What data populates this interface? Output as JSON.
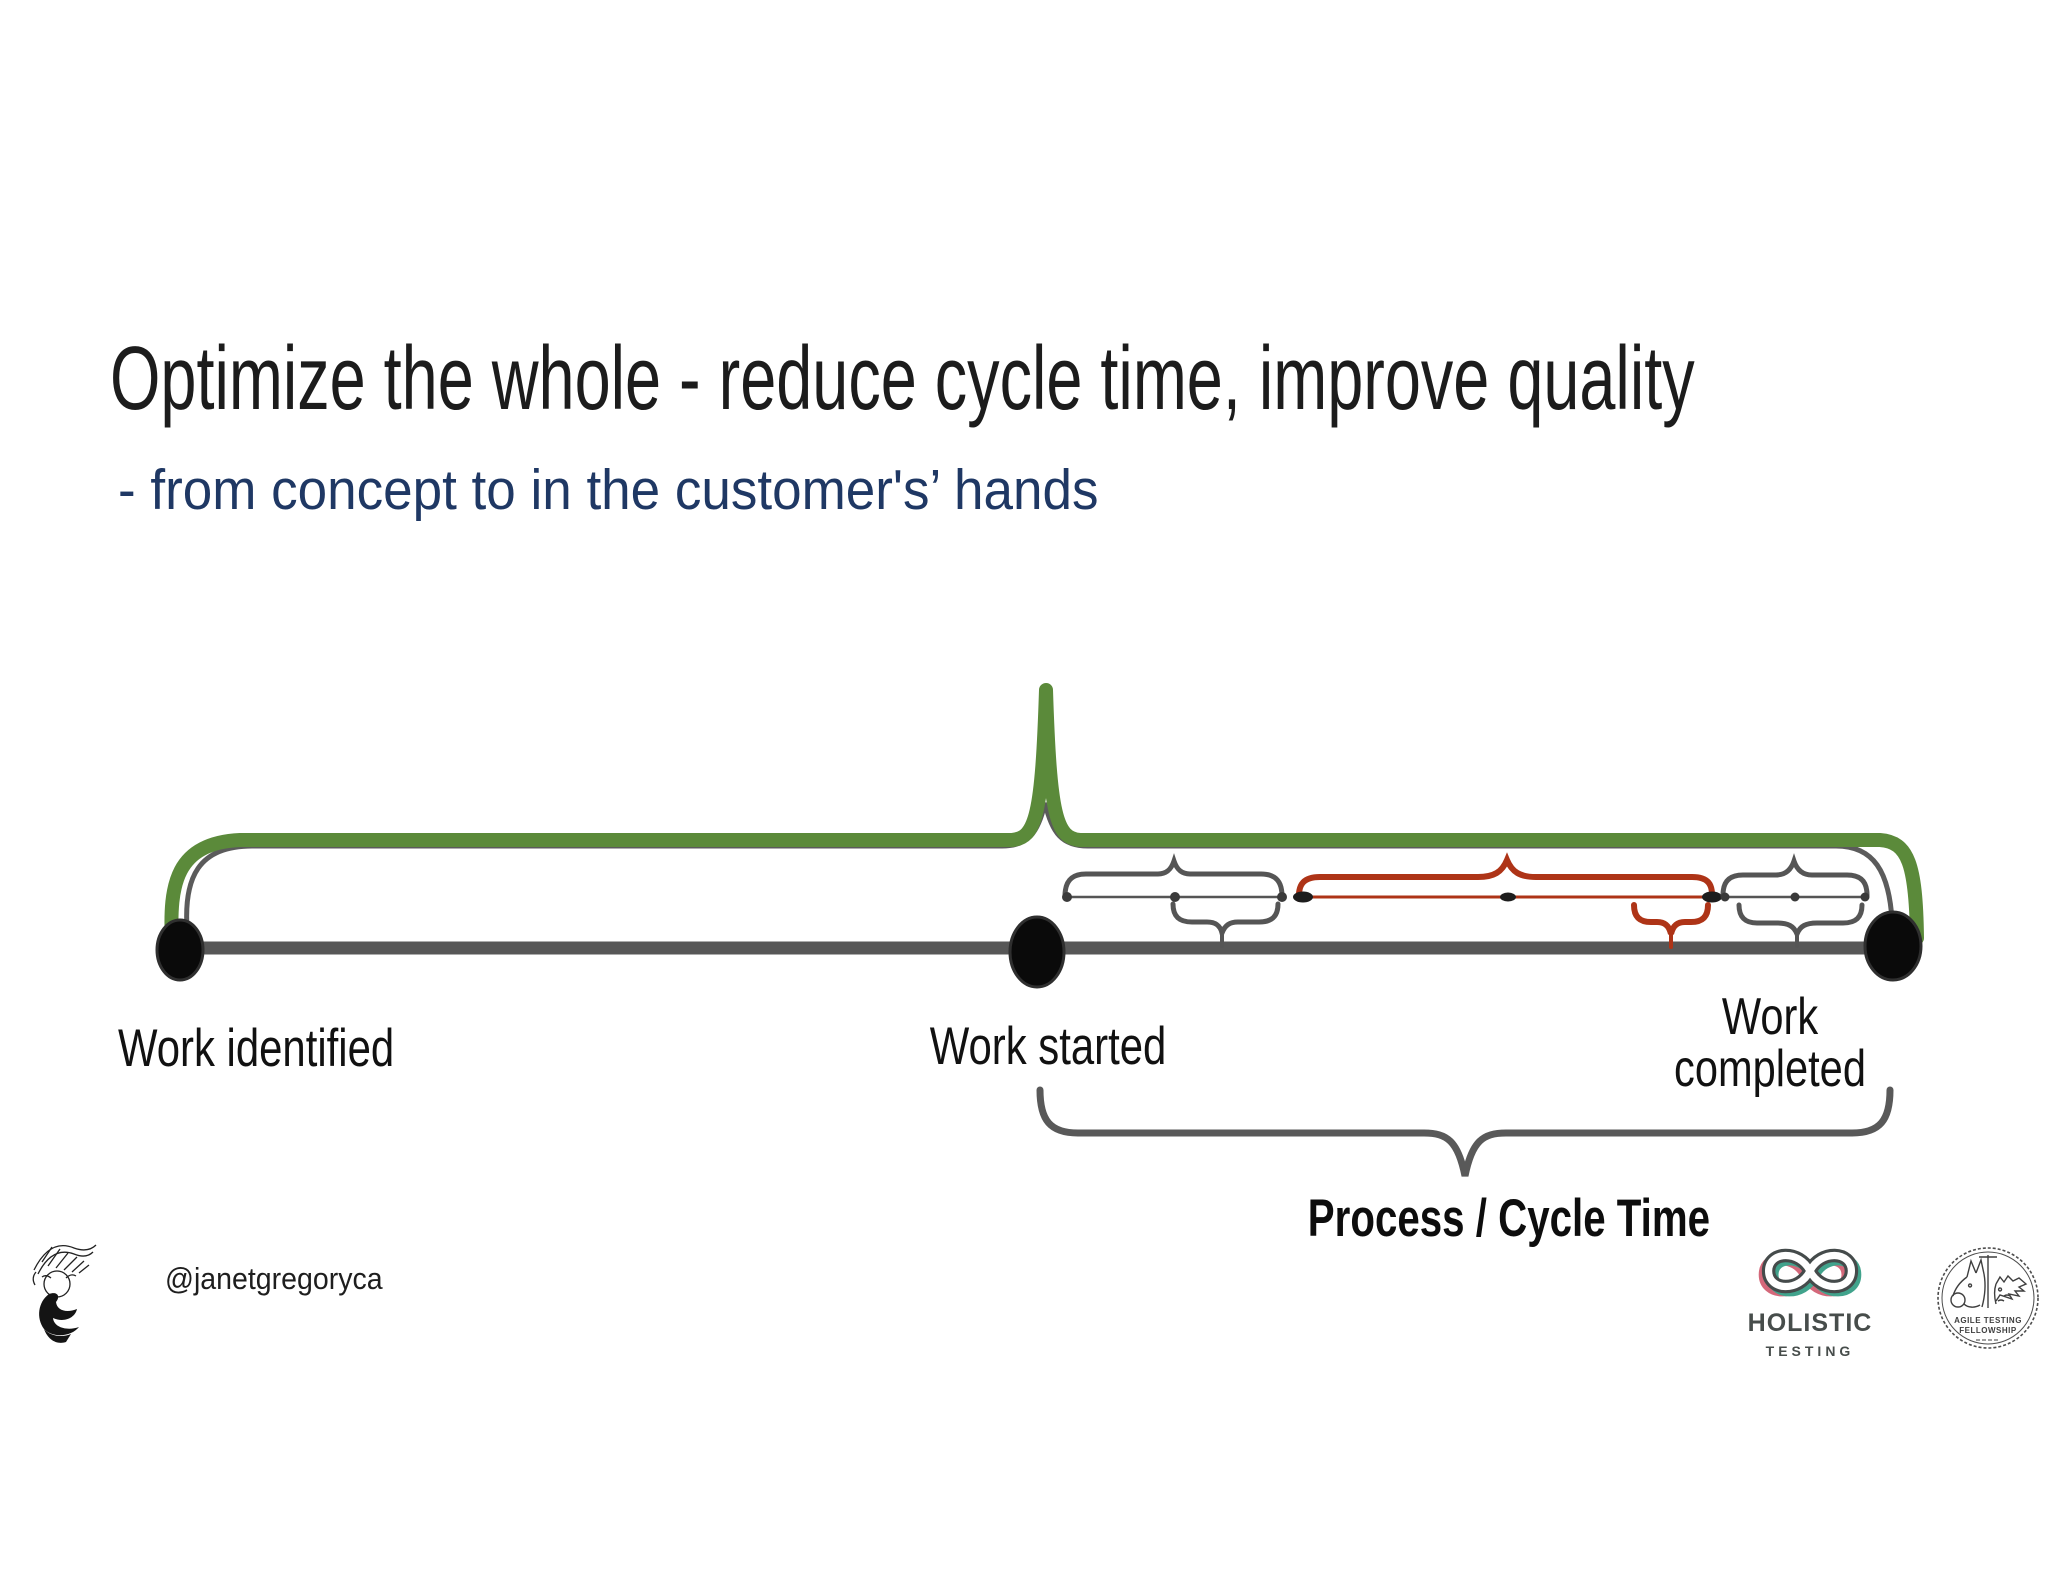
{
  "slide": {
    "title": "Optimize the whole - reduce cycle time, improve quality",
    "subtitle": "- from concept to in the customer's’ hands"
  },
  "diagram": {
    "milestones": [
      {
        "label": "Work identified"
      },
      {
        "label": "Work started"
      },
      {
        "label": "Work completed"
      }
    ],
    "process_bracket_label": "Process / Cycle Time",
    "colors": {
      "whole_brace_green": "#5b8a3a",
      "inner_brace_gray": "#5b5b5b",
      "timeline_gray": "#575757",
      "iteration_red": "#ae3417",
      "milestone_dot_black": "#0a0a0a"
    }
  },
  "footer": {
    "handle": "@janetgregoryca",
    "holistic_logo": {
      "line1": "HOLISTIC",
      "line2": "TESTING"
    },
    "fellowship_badge": {
      "line1": "AGILE TESTING",
      "line2": "FELLOWSHIP"
    },
    "icon_names": [
      "dragon-sketch-icon",
      "infinity-icon",
      "fellowship-badge-icon"
    ]
  },
  "text_colors": {
    "title": "#1c1c1c",
    "subtitle": "#1f3864",
    "labels": "#111111"
  }
}
